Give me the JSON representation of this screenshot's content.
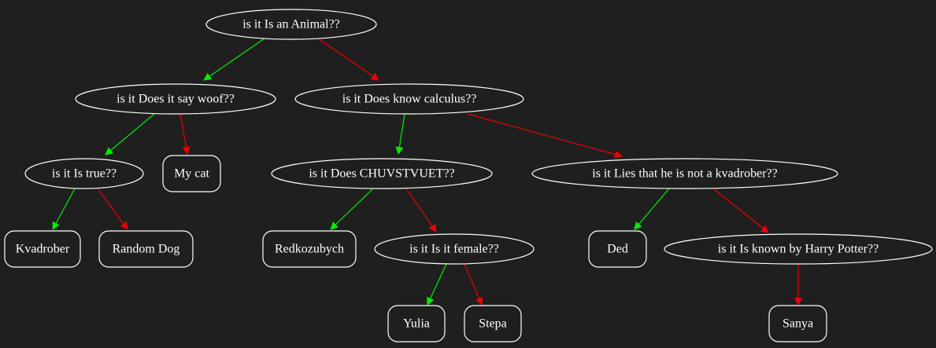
{
  "colors": {
    "background": "#1f1f1f",
    "node_stroke": "#ffffff",
    "text": "#ffffff",
    "yes_edge": "#00ee00",
    "no_edge": "#ee0000"
  },
  "nodes": {
    "n_animal": "is it Is an Animal??",
    "n_woof": "is it Does it say woof??",
    "n_calculus": "is it Does know calculus??",
    "n_true": "is it Is true??",
    "n_mycat": "My cat",
    "n_chuvstvuet": "is it Does CHUVSTVUET??",
    "n_lies": "is it Lies that he is not a kvadrober??",
    "n_kvadrober": "Kvadrober",
    "n_randomdog": "Random Dog",
    "n_redkozubych": "Redkozubych",
    "n_female": "is it Is it female??",
    "n_ded": "Ded",
    "n_potter": "is it Is known by Harry Potter??",
    "n_yulia": "Yulia",
    "n_stepa": "Stepa",
    "n_sanya": "Sanya"
  },
  "edges": [
    {
      "from": "n_animal",
      "to": "n_woof",
      "kind": "yes"
    },
    {
      "from": "n_animal",
      "to": "n_calculus",
      "kind": "no"
    },
    {
      "from": "n_woof",
      "to": "n_true",
      "kind": "yes"
    },
    {
      "from": "n_woof",
      "to": "n_mycat",
      "kind": "no"
    },
    {
      "from": "n_calculus",
      "to": "n_chuvstvuet",
      "kind": "yes"
    },
    {
      "from": "n_calculus",
      "to": "n_lies",
      "kind": "no"
    },
    {
      "from": "n_true",
      "to": "n_kvadrober",
      "kind": "yes"
    },
    {
      "from": "n_true",
      "to": "n_randomdog",
      "kind": "no"
    },
    {
      "from": "n_chuvstvuet",
      "to": "n_redkozubych",
      "kind": "yes"
    },
    {
      "from": "n_chuvstvuet",
      "to": "n_female",
      "kind": "no"
    },
    {
      "from": "n_lies",
      "to": "n_ded",
      "kind": "yes"
    },
    {
      "from": "n_lies",
      "to": "n_potter",
      "kind": "no"
    },
    {
      "from": "n_female",
      "to": "n_yulia",
      "kind": "yes"
    },
    {
      "from": "n_female",
      "to": "n_stepa",
      "kind": "no"
    },
    {
      "from": "n_potter",
      "to": "n_sanya",
      "kind": "no"
    }
  ]
}
